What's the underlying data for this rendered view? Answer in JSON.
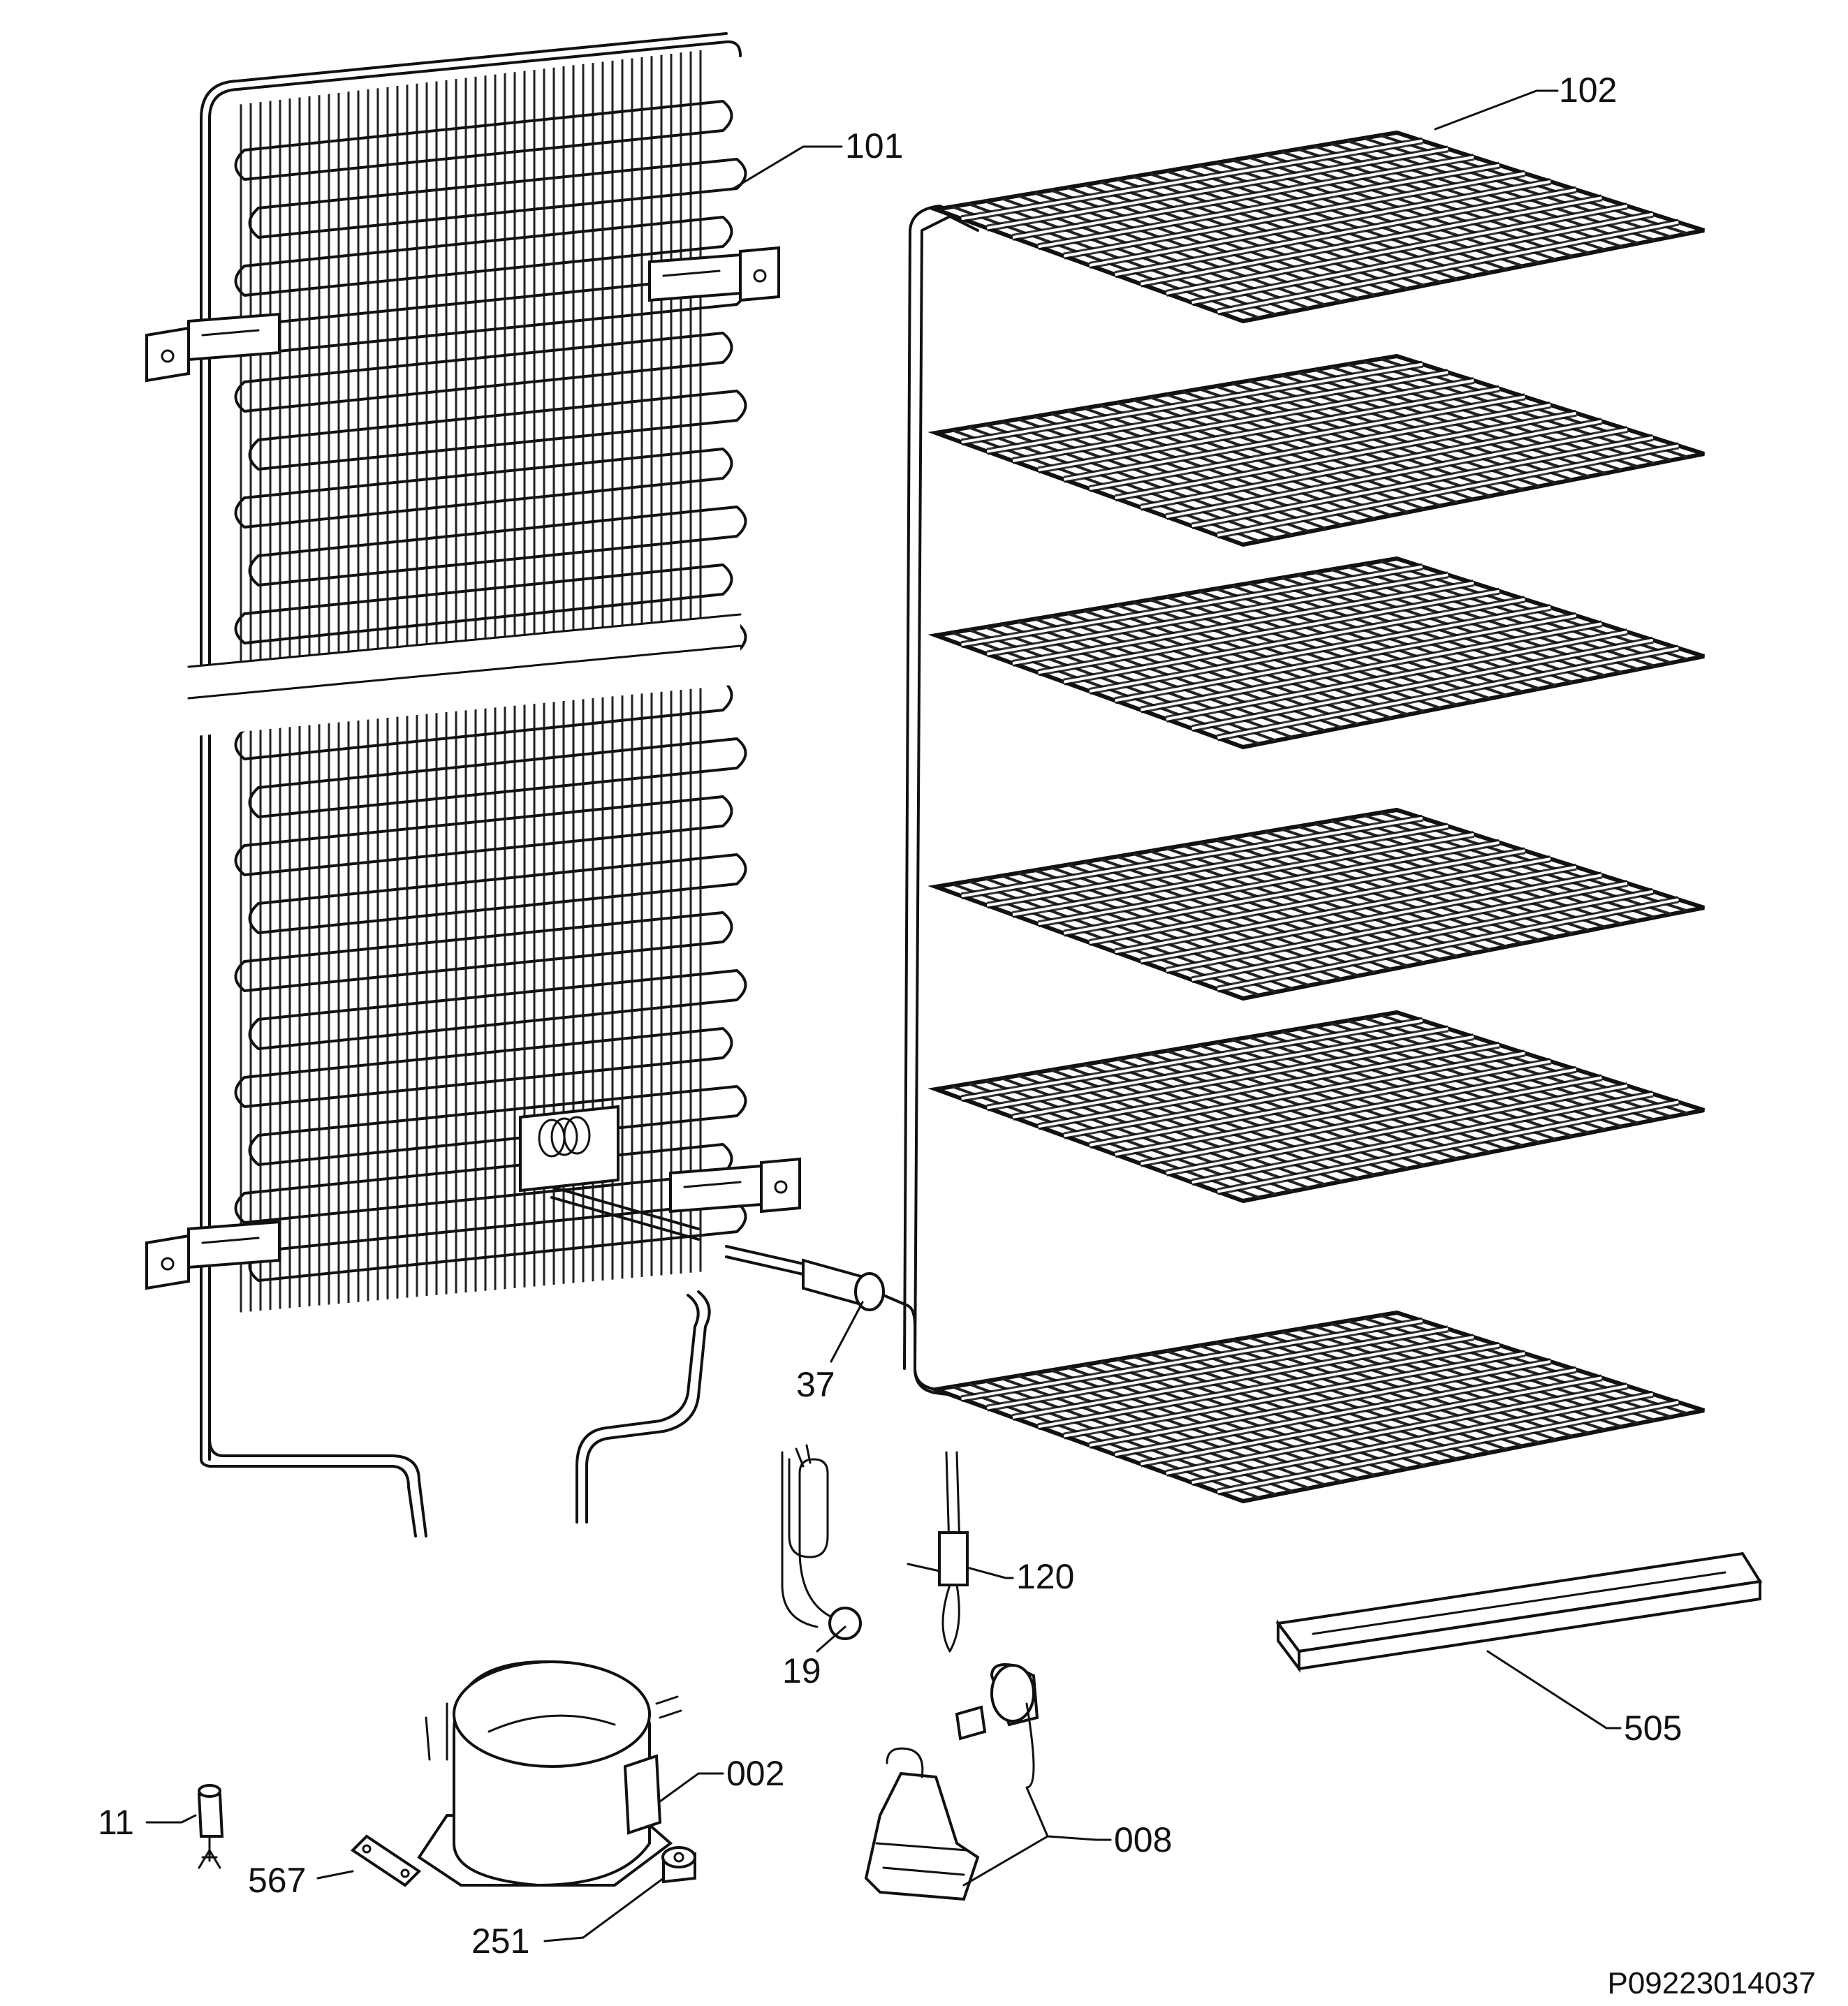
{
  "diagram": {
    "drawing_code": "P09223014037",
    "parts": [
      {
        "id": "101"
      },
      {
        "id": "102"
      },
      {
        "id": "37"
      },
      {
        "id": "19"
      },
      {
        "id": "120"
      },
      {
        "id": "505"
      },
      {
        "id": "002"
      },
      {
        "id": "008"
      },
      {
        "id": "11"
      },
      {
        "id": "567"
      },
      {
        "id": "251"
      }
    ]
  }
}
